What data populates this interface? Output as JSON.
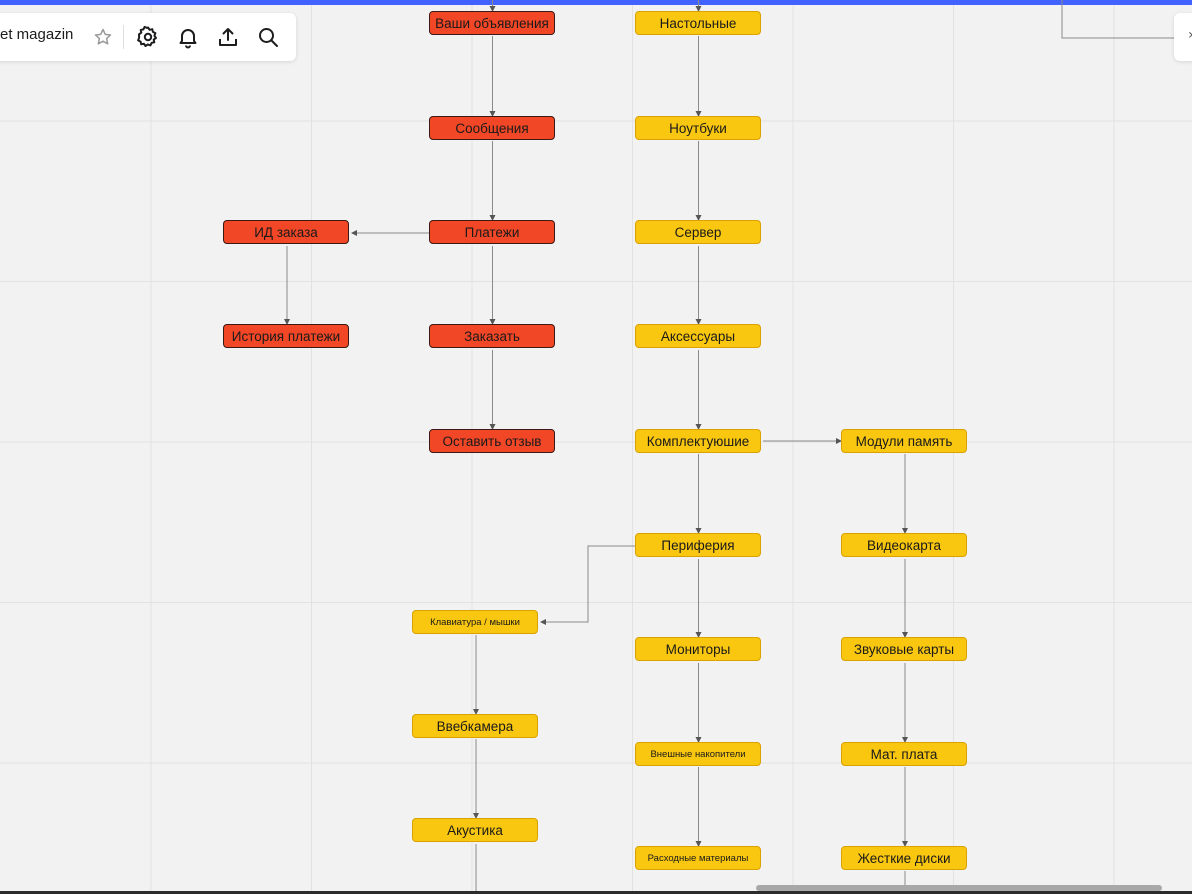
{
  "board": {
    "title": "et magazin"
  },
  "toolbar": {
    "icons": [
      "star-icon",
      "gear-icon",
      "bell-icon",
      "share-icon",
      "search-icon"
    ]
  },
  "right_panel": {
    "glyph": "›"
  },
  "colors": {
    "accent": "#4262ff",
    "red_node": "#f24726",
    "yellow_node": "#fac710",
    "canvas": "#f2f2f2"
  },
  "nodes": {
    "ads": "Ваши объявления",
    "messages": "Сообщения",
    "payments": "Платежи",
    "order_id": "ИД заказа",
    "payment_history": "История платежи",
    "order": "Заказать",
    "review": "Оставить отзыв",
    "desktops": "Настольные",
    "laptops": "Ноутбуки",
    "server": "Сервер",
    "accessories": "Аксессуары",
    "components": "Комплектуюшие",
    "memory": "Модули память",
    "peripherals": "Периферия",
    "gpu": "Видеокарта",
    "keyboards": "Клавиатура / мышки",
    "monitors": "Мониторы",
    "sound_cards": "Звуковые карты",
    "webcam": "Ввебкамера",
    "external_storage": "Внешные накопители",
    "motherboard": "Мат. плата",
    "acoustics": "Акустика",
    "consumables": "Расходные материалы",
    "hdd": "Жесткие диски"
  }
}
